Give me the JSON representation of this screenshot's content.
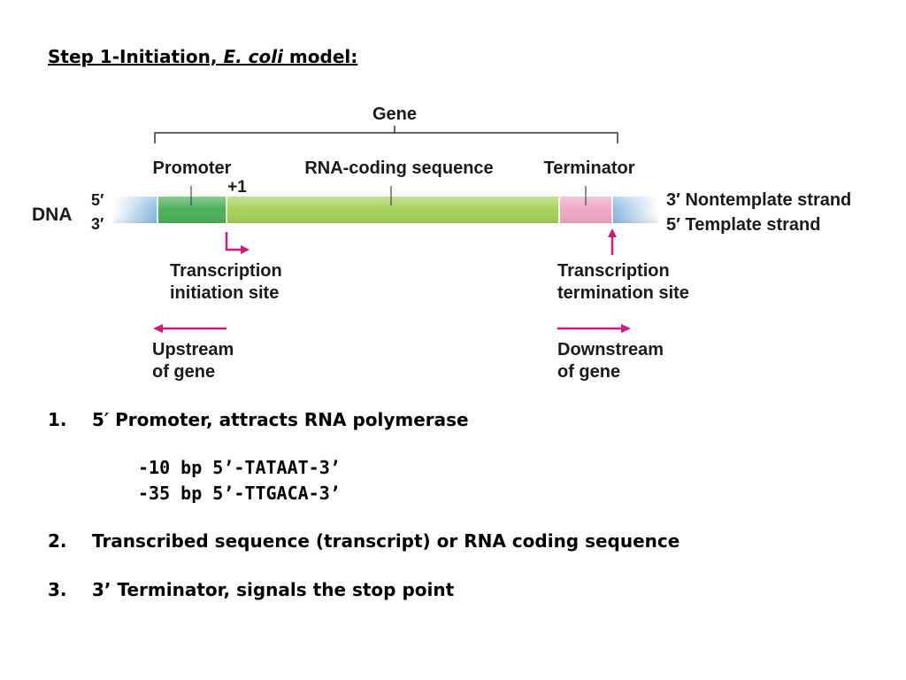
{
  "title": {
    "prefix": "Step 1-Initiation, ",
    "italic": "E. coli",
    "suffix": " model:"
  },
  "diagram": {
    "gene_label": "Gene",
    "promoter_label": "Promoter",
    "plus_one_label": "+1",
    "coding_label": "RNA-coding sequence",
    "terminator_label": "Terminator",
    "dna_label": "DNA",
    "left_top_end": "5′",
    "left_bottom_end": "3′",
    "right_top_label": "3′ Nontemplate strand",
    "right_bottom_label": "5′ Template strand",
    "initiation_line1": "Transcription",
    "initiation_line2": "initiation site",
    "termination_line1": "Transcription",
    "termination_line2": "termination site",
    "upstream_line1": "Upstream",
    "upstream_line2": "of gene",
    "downstream_line1": "Downstream",
    "downstream_line2": "of gene",
    "colors": {
      "promoter": "#4cb05a",
      "coding": "#a6d25a",
      "terminator": "#f0a8c4",
      "flank": "#8ab8e0",
      "arrow": "#d4187a"
    }
  },
  "points": [
    {
      "num": "1.",
      "text": "5′ Promoter, attracts RNA polymerase"
    },
    {
      "num": "2.",
      "text": "Transcribed sequence (transcript) or RNA coding sequence"
    },
    {
      "num": "3.",
      "text": "3’ Terminator, signals the stop point"
    }
  ],
  "sequences": [
    "-10 bp 5’-TATAAT-3’",
    "-35 bp 5’-TTGACA-3’"
  ]
}
